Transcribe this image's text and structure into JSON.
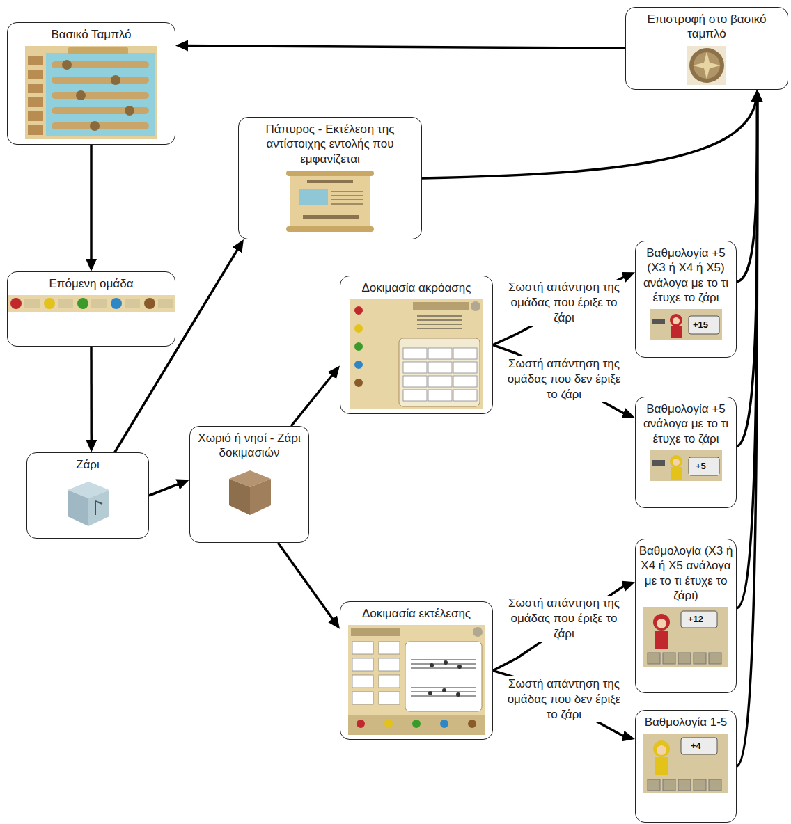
{
  "diagram": {
    "nodes": [
      {
        "text": [
          "Βασικό Ταμπλό"
        ]
      },
      {
        "text": [
          "Επιστροφή στο βασικό ταμπλό"
        ]
      },
      {
        "text": [
          "Πάπυρος - Εκτέλεση της αντίστοιχης εντολής που εμφανίζεται"
        ]
      },
      {
        "text": [
          "Βαθμολογία +5 (Χ3 ή Χ4 ή Χ5) ανάλογα με το τι έτυχε το ζάρι"
        ]
      },
      {
        "text": [
          "Επόμενη ομάδα"
        ]
      },
      {
        "text": [
          "Δοκιμασία ακρόασης"
        ]
      },
      {
        "text": [
          "Βαθμολογία +5 ανάλογα με το τι έτυχε το ζάρι"
        ]
      },
      {
        "text": [
          "Χωριό ή νησί - Ζάρι δοκιμασιών"
        ]
      },
      {
        "text": [
          "Ζάρι"
        ]
      },
      {
        "text": [
          "Βαθμολογία (Χ3 ή Χ4 ή Χ5 ανάλογα με το τι έτυχε το ζάρι)"
        ]
      },
      {
        "text": [
          "Δοκιμασία εκτέλεσης"
        ]
      },
      {
        "text": [
          "Βαθμολογία 1-5"
        ]
      }
    ],
    "edges": [
      {
        "from": 0,
        "to": 4,
        "arrow": "to"
      },
      {
        "from": 4,
        "to": 8,
        "arrow": "to"
      },
      {
        "from": 8,
        "to": 2,
        "arrow": "to"
      },
      {
        "from": 8,
        "to": 7,
        "arrow": "to"
      },
      {
        "from": 7,
        "to": 5,
        "arrow": "to"
      },
      {
        "from": 7,
        "to": 10,
        "arrow": "to"
      },
      {
        "from": 5,
        "to": 3,
        "label": "Σωστή απάντηση της ομάδας που έριξε το ζάρι",
        "arrow": "to"
      },
      {
        "from": 5,
        "to": 6,
        "label": "Σωστή απάντηση της ομάδας που δεν έριξε το ζάρι",
        "arrow": "to"
      },
      {
        "from": 10,
        "to": 9,
        "label": "Σωστή απάντηση της ομάδας που έριξε το ζάρι",
        "arrow": "to"
      },
      {
        "from": 10,
        "to": 11,
        "label": "Σωστή απάντηση της ομάδας που δεν έριξε το ζάρι",
        "arrow": "to"
      },
      {
        "from": 2,
        "to": 1,
        "arrow": "to"
      },
      {
        "from": 3,
        "to": 1,
        "arrow": "to"
      },
      {
        "from": 6,
        "to": 1,
        "arrow": "to"
      },
      {
        "from": 9,
        "to": 1,
        "arrow": "to"
      },
      {
        "from": 11,
        "to": 1,
        "arrow": "to"
      },
      {
        "from": 1,
        "to": 0,
        "arrow": "to"
      }
    ],
    "labels": [
      "+15",
      "+5",
      "+12",
      "+4"
    ]
  }
}
